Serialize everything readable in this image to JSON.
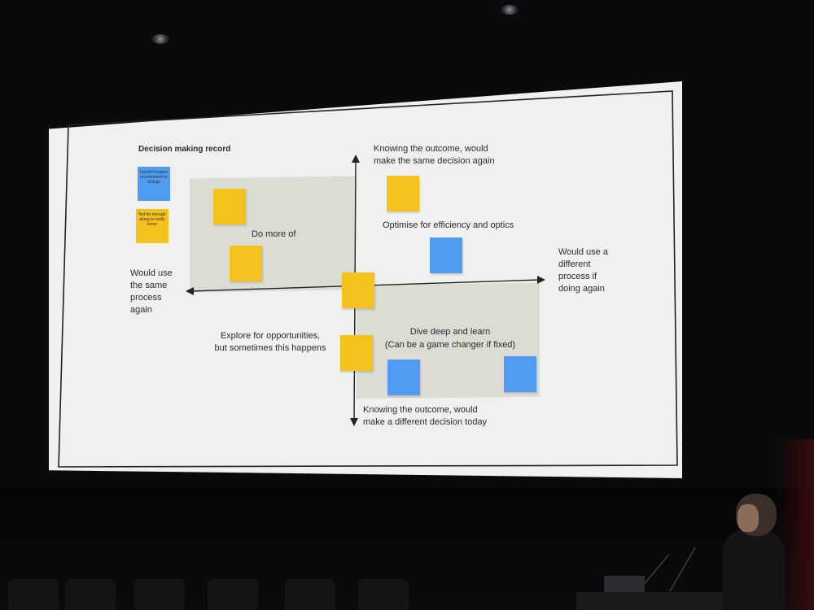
{
  "slide": {
    "title": "Decision making record",
    "legend_blue": "Couldn't expect environment to change",
    "legend_yellow": "Not far enough along to really know",
    "top_label": "Knowing the outcome, would make the same decision again",
    "bottom_label": "Knowing the outcome, would make a different decision today",
    "left_label": "Would use the same process again",
    "right_label": "Would use a different process if doing again",
    "q_top_left": "Do more of",
    "q_top_right": "Optimise for efficiency and optics",
    "q_bottom_left": "Explore for opportunities, but sometimes this happens",
    "q_bottom_right_1": "Dive deep and learn",
    "q_bottom_right_2": "(Can be a game changer if fixed)"
  },
  "colors": {
    "sticky_yellow": "#f3c21c",
    "sticky_blue": "#4f9cf0",
    "quadrant_shade": "#dcdcd4",
    "screen": "#f0f1ef",
    "venue": "#0a0a0c"
  }
}
